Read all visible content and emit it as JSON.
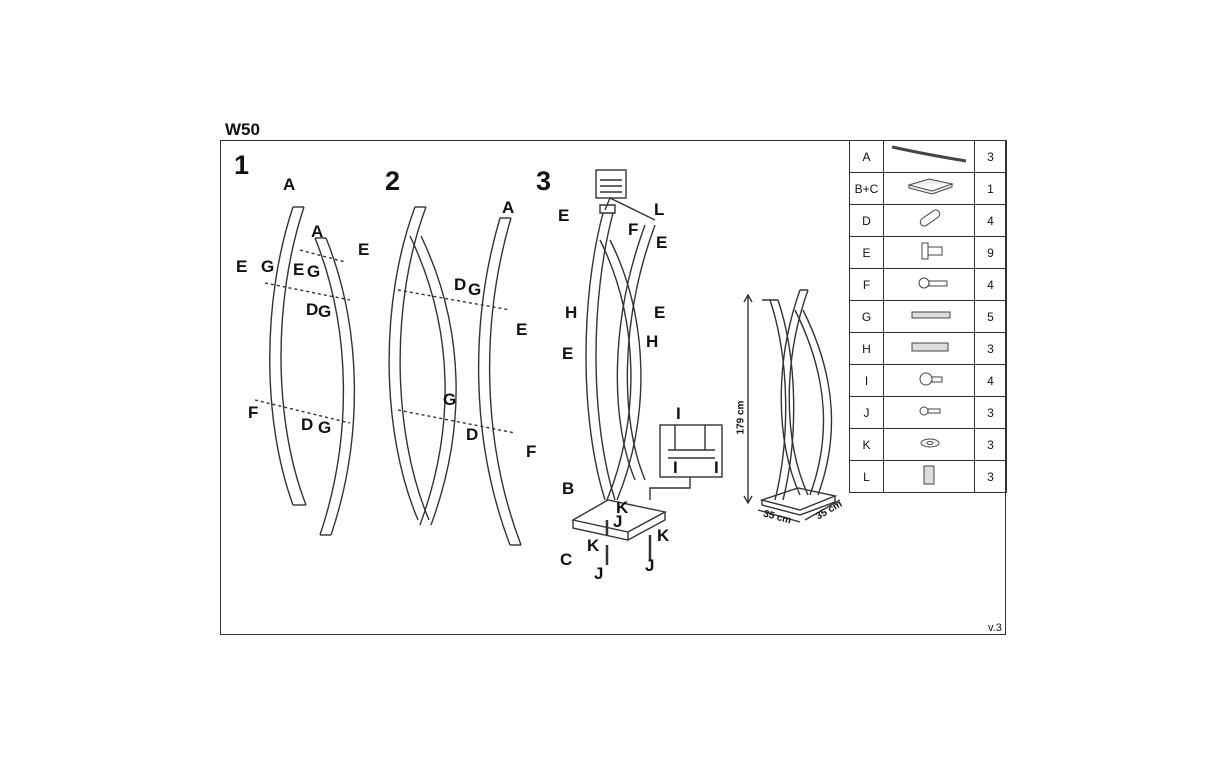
{
  "title": "W50",
  "version": "v.3",
  "steps": [
    "1",
    "2",
    "3"
  ],
  "labels": {
    "s1": [
      "A",
      "A",
      "E",
      "G",
      "E",
      "G",
      "E",
      "D",
      "G",
      "F",
      "D",
      "G"
    ],
    "s2": [
      "A",
      "D",
      "G",
      "E",
      "G",
      "D",
      "F"
    ],
    "s3": [
      "L",
      "E",
      "F",
      "E",
      "H",
      "E",
      "E",
      "H",
      "B",
      "K",
      "J",
      "C",
      "K",
      "J",
      "K",
      "J"
    ],
    "detail": [
      "I",
      "I",
      "I"
    ]
  },
  "dimensions": {
    "height": "179 cm",
    "width": "35 cm",
    "depth": "35 cm"
  },
  "parts": [
    {
      "letter": "A",
      "qty": "3",
      "icon": "curved-rail-icon"
    },
    {
      "letter": "B+C",
      "qty": "1",
      "icon": "base-plate-icon"
    },
    {
      "letter": "D",
      "qty": "4",
      "icon": "dowel-icon"
    },
    {
      "letter": "E",
      "qty": "9",
      "icon": "hook-peg-icon"
    },
    {
      "letter": "F",
      "qty": "4",
      "icon": "screw-icon"
    },
    {
      "letter": "G",
      "qty": "5",
      "icon": "threaded-rod-icon"
    },
    {
      "letter": "H",
      "qty": "3",
      "icon": "long-bolt-icon"
    },
    {
      "letter": "I",
      "qty": "4",
      "icon": "knob-bolt-icon"
    },
    {
      "letter": "J",
      "qty": "3",
      "icon": "short-bolt-icon"
    },
    {
      "letter": "K",
      "qty": "3",
      "icon": "washer-icon"
    },
    {
      "letter": "L",
      "qty": "3",
      "icon": "cap-icon"
    }
  ]
}
